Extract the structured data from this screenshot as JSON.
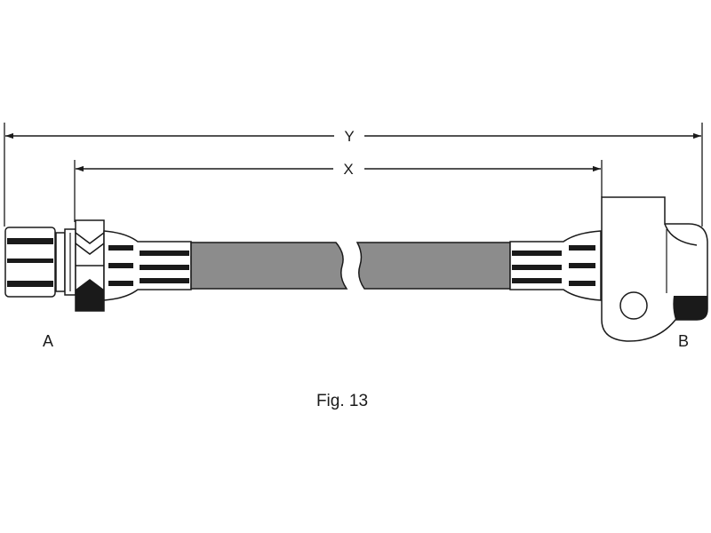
{
  "figure": {
    "caption": "Fig. 13",
    "dimensions": {
      "overall_label": "Y",
      "hose_label": "X"
    },
    "ends": {
      "left_label": "A",
      "right_label": "B"
    },
    "colors": {
      "line": "#1a1a1a",
      "hose": "#8c8c8c",
      "background": "#ffffff"
    }
  }
}
